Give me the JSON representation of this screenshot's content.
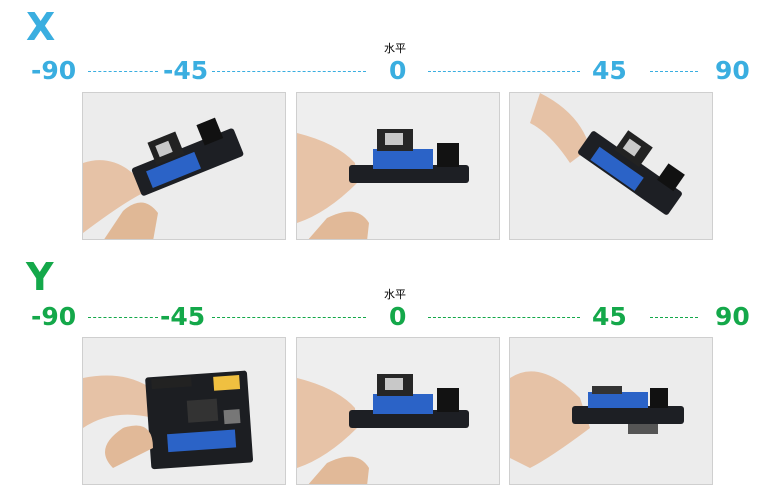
{
  "colors": {
    "x_axis": "#3aaee0",
    "y_axis": "#14a84a"
  },
  "x_section": {
    "axis_letter": "X",
    "level_label": "水平",
    "ticks": [
      "-90",
      "-45",
      "0",
      "45",
      "90"
    ],
    "photos": [
      {
        "alt": "board tilted -45 about X",
        "angle": -45
      },
      {
        "alt": "board level",
        "angle": 0
      },
      {
        "alt": "board tilted 45 about X",
        "angle": 45
      }
    ]
  },
  "y_section": {
    "axis_letter": "Y",
    "level_label": "水平",
    "ticks": [
      "-90",
      "-45",
      "0",
      "45",
      "90"
    ],
    "photos": [
      {
        "alt": "board tilted -45 about Y",
        "angle": -45
      },
      {
        "alt": "board level",
        "angle": 0
      },
      {
        "alt": "board tilted 45 about Y",
        "angle": 45
      }
    ]
  }
}
